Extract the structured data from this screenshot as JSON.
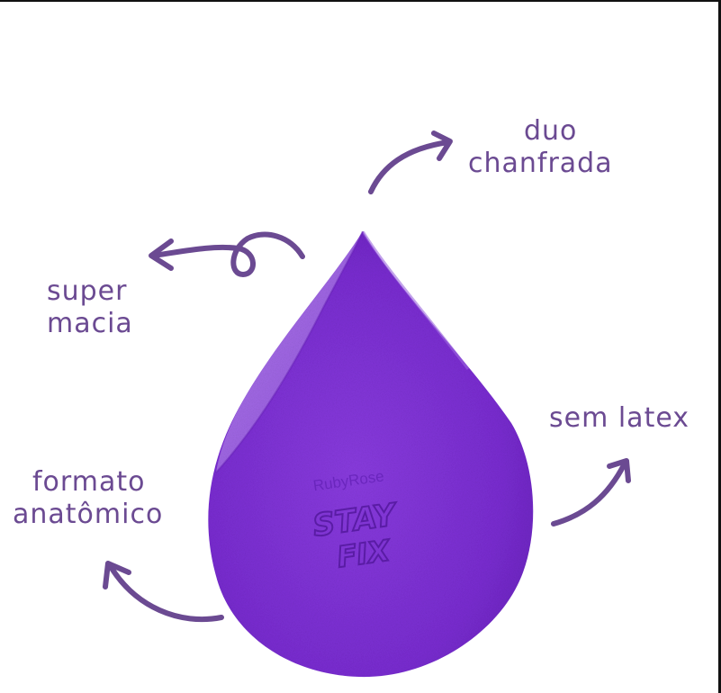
{
  "callouts": {
    "duo": {
      "line1": "duo",
      "line2": "chanfrada"
    },
    "super": {
      "line1": "super",
      "line2": "macia"
    },
    "semlatex": {
      "line1": "sem latex"
    },
    "formato": {
      "line1": "formato",
      "line2": "anatômico"
    }
  },
  "sponge": {
    "brand": "RubyRose",
    "product_line1": "STAY",
    "product_line2": "FIX"
  },
  "colors": {
    "text": "#6b4a92",
    "arrow": "#6b4a92",
    "sponge_main": "#7d2fd6",
    "sponge_light": "#9a5ae6",
    "sponge_bevel": "#a070e0",
    "border": "#111111",
    "background": "#ffffff"
  },
  "icons": {
    "arrow_duo": "curved-arrow-up-right-icon",
    "arrow_super": "loop-arrow-left-icon",
    "arrow_semlatex": "curved-arrow-up-right-icon",
    "arrow_formato": "curved-arrow-up-left-icon"
  }
}
